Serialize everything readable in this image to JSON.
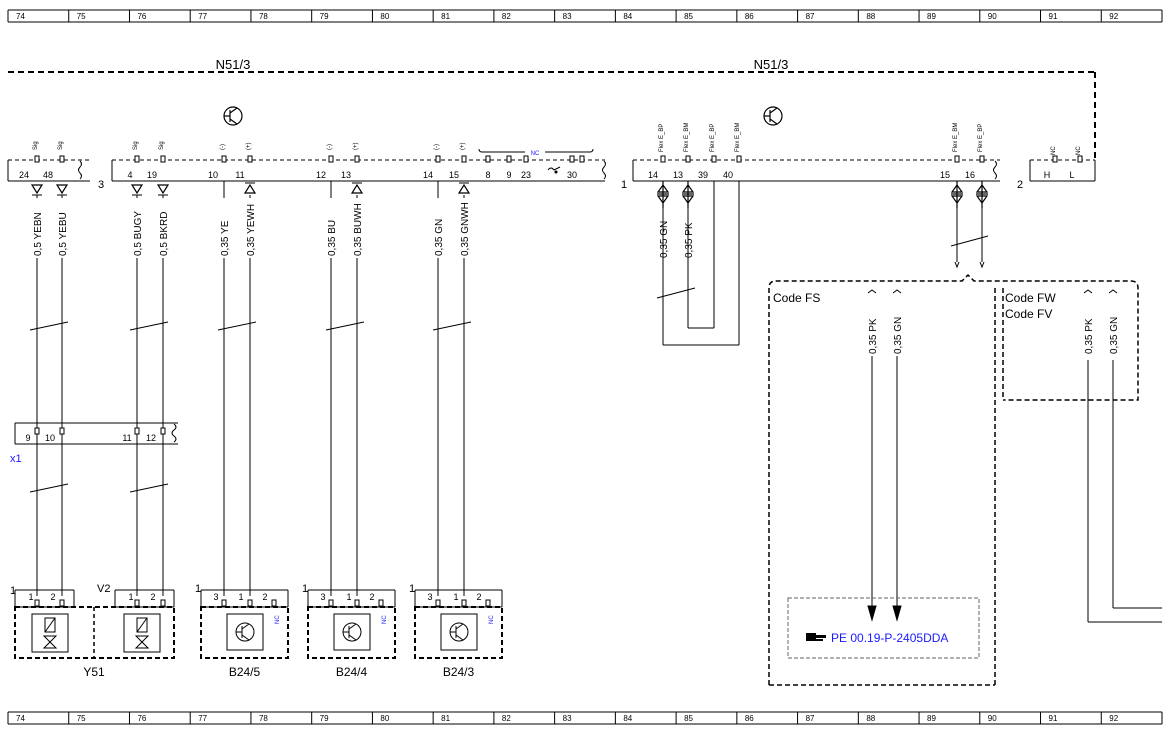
{
  "ruler": {
    "numbers": [
      "74",
      "75",
      "76",
      "77",
      "78",
      "79",
      "80",
      "81",
      "82",
      "83",
      "84",
      "85",
      "86",
      "87",
      "88",
      "89",
      "90",
      "91",
      "92"
    ]
  },
  "modules": {
    "left_label": "N51/3",
    "right_label": "N51/3"
  },
  "connectors": {
    "c3": "3",
    "c1": "1",
    "c2": "2",
    "x1": "x1"
  },
  "pin_tags": {
    "sig": "Sig",
    "neg": "(-)",
    "pos": "(+)",
    "nc": "NC",
    "flex_bp": "Flex E_BP",
    "flex_bm": "Flex E_BM"
  },
  "top_pins_left": [
    "24",
    "48",
    "4",
    "19",
    "10",
    "11",
    "12",
    "13",
    "14",
    "15",
    "8",
    "9",
    "23",
    "30"
  ],
  "top_pins_right": [
    "14",
    "13",
    "39",
    "40",
    "15",
    "16"
  ],
  "bus_pins": [
    "H",
    "L"
  ],
  "wires_left": [
    "0,5 YEBN",
    "0,5 YEBU",
    "0,5 BUGY",
    "0,5 BKRD",
    "0,35 YE",
    "0,35 YEWH",
    "0,35 BU",
    "0,35 BUWH",
    "0,35 GN",
    "0,35 GNWH"
  ],
  "wires_right": [
    "0,35 GN",
    "0,35 PK"
  ],
  "x1_pins": [
    "9",
    "10",
    "11",
    "12"
  ],
  "codes": {
    "fs": "Code FS",
    "fw": "Code FW",
    "fv": "Code FV"
  },
  "code_wires": [
    "0,35 PK",
    "0,35 GN",
    "0,35 PK",
    "0,35 GN"
  ],
  "reference": "PE 00.19-P-2405DDA",
  "components": [
    {
      "id": "Y51",
      "connector": "1",
      "pins": [
        "1",
        "2"
      ]
    },
    {
      "id": "V2",
      "connector": "V2",
      "pins": [
        "1",
        "2"
      ]
    },
    {
      "id": "B24/5",
      "connector": "1",
      "pins": [
        "3",
        "1",
        "2"
      ]
    },
    {
      "id": "B24/4",
      "connector": "1",
      "pins": [
        "3",
        "1",
        "2"
      ]
    },
    {
      "id": "B24/3",
      "connector": "1",
      "pins": [
        "3",
        "1",
        "2"
      ]
    }
  ],
  "colors": {
    "line": "#000000",
    "reference": "#1a1aff",
    "frame": "#555555"
  }
}
